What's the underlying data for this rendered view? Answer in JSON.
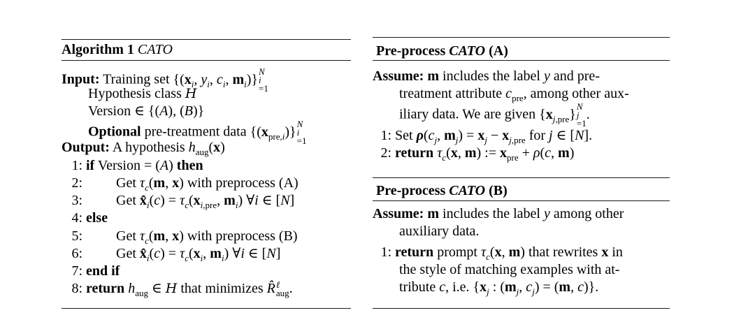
{
  "algorithm": {
    "number_label": "Algorithm 1",
    "name": "CATO",
    "input_label": "Input:",
    "input_text": "Training set",
    "hypothesis_class_text": "Hypothesis class",
    "version_text": "Version",
    "optional_label": "Optional",
    "optional_text": "pre-treatment data",
    "output_label": "Output:",
    "output_text": "A hypothesis",
    "steps": [
      {
        "num": "1:",
        "kw_if": "if",
        "text": "Version = (A)",
        "kw_then": "then"
      },
      {
        "num": "2:",
        "text_a": "Get",
        "text_b": "with preprocess (A)"
      },
      {
        "num": "3:",
        "text": "Get"
      },
      {
        "num": "4:",
        "kw": "else"
      },
      {
        "num": "5:",
        "text_a": "Get",
        "text_b": "with preprocess (B)"
      },
      {
        "num": "6:",
        "text": "Get"
      },
      {
        "num": "7:",
        "kw": "end if"
      },
      {
        "num": "8:",
        "kw": "return",
        "text_a": "that minimizes"
      }
    ]
  },
  "preprocess_a": {
    "title_bold": "Pre-process",
    "title_italic": "CATO",
    "title_suffix": "(A)",
    "assume_label": "Assume:",
    "assume_line1": "includes the label",
    "assume_line1b": "and pre-",
    "assume_line2a": "treatment attribute",
    "assume_line2b": ", among other aux-",
    "assume_line3": "iliary data. We are given",
    "steps": [
      {
        "num": "1:",
        "text_a": "Set",
        "text_b": "for"
      },
      {
        "num": "2:",
        "kw": "return"
      }
    ]
  },
  "preprocess_b": {
    "title_bold": "Pre-process",
    "title_italic": "CATO",
    "title_suffix": "(B)",
    "assume_label": "Assume:",
    "assume_line1a": "includes the label",
    "assume_line1b": "among other",
    "assume_line2": "auxiliary data.",
    "steps": [
      {
        "num": "1:",
        "kw": "return",
        "line1a": "prompt",
        "line1b": "that rewrites",
        "line1c": "in",
        "line2": "the style of matching examples with at-",
        "line3a": "tribute",
        "line3b": ", i.e."
      }
    ]
  }
}
